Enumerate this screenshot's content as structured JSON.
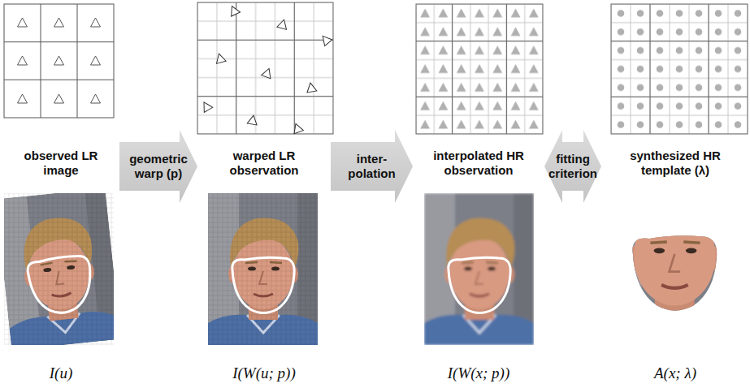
{
  "diagram": {
    "nodes": [
      {
        "text": [
          "observed LR image",
          "I(u)"
        ]
      },
      {
        "text": [
          "warped LR observation",
          "I(W(u; p))"
        ]
      },
      {
        "text": [
          "interpolated HR observation",
          "I(W(x; p))"
        ]
      },
      {
        "text": [
          "synthesized HR template (λ)",
          "A(x; λ)"
        ]
      }
    ],
    "edges": [
      {
        "from": 0,
        "to": 1,
        "arrow": "to",
        "label": "geometric warp (p)"
      },
      {
        "from": 1,
        "to": 2,
        "arrow": "to",
        "label": "inter- polation"
      },
      {
        "from": 2,
        "to": 3,
        "arrow": "both",
        "label": "fitting criterion"
      }
    ]
  }
}
